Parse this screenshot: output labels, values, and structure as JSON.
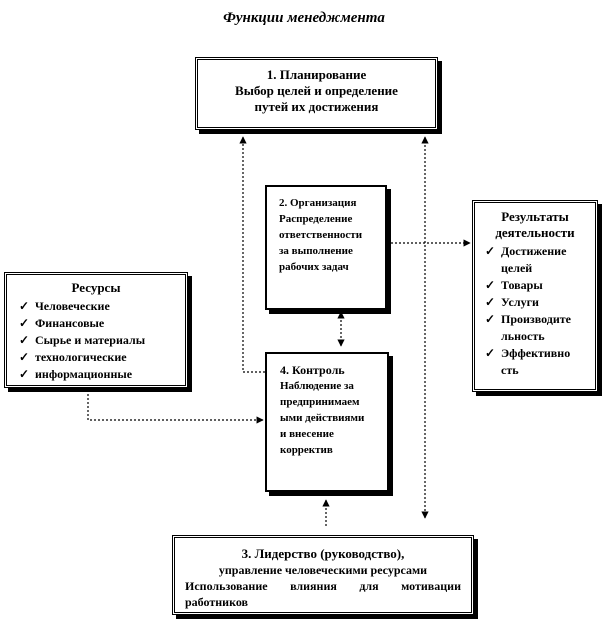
{
  "title": "Функции менеджмента",
  "planning": {
    "lines": [
      "1. Планирование",
      "Выбор целей и определение",
      "путей их достижения"
    ]
  },
  "organization": {
    "lines": [
      "2. Организация",
      "Распределение",
      "ответственности",
      "за выполнение",
      "рабочих задач"
    ]
  },
  "control": {
    "lines": [
      "4. Контроль",
      "Наблюдение за",
      "предпринимаем",
      "ыми действиями",
      "и внесение",
      "корректив"
    ]
  },
  "leadership": {
    "lines": [
      "3. Лидерство (руководство),",
      "управление человеческими ресурсами",
      "Использование влияния для мотивации",
      "работников"
    ]
  },
  "resources": {
    "heading": "Ресурсы",
    "items": [
      "Человеческие",
      "Финансовые",
      "Сырье и материалы",
      "технологические",
      "информационные"
    ]
  },
  "results": {
    "heading_lines": [
      "Результаты",
      "деятельности"
    ],
    "items": [
      "Достижение целей",
      "Товары",
      "Услуги",
      "Производительность",
      "Эффективность"
    ],
    "item_lines": [
      [
        "Достижение",
        "целей"
      ],
      [
        "Товары"
      ],
      [
        "Услуги"
      ],
      [
        "Производите",
        "льность"
      ],
      [
        "Эффективно",
        "сть"
      ]
    ]
  },
  "check_glyph": "✓"
}
